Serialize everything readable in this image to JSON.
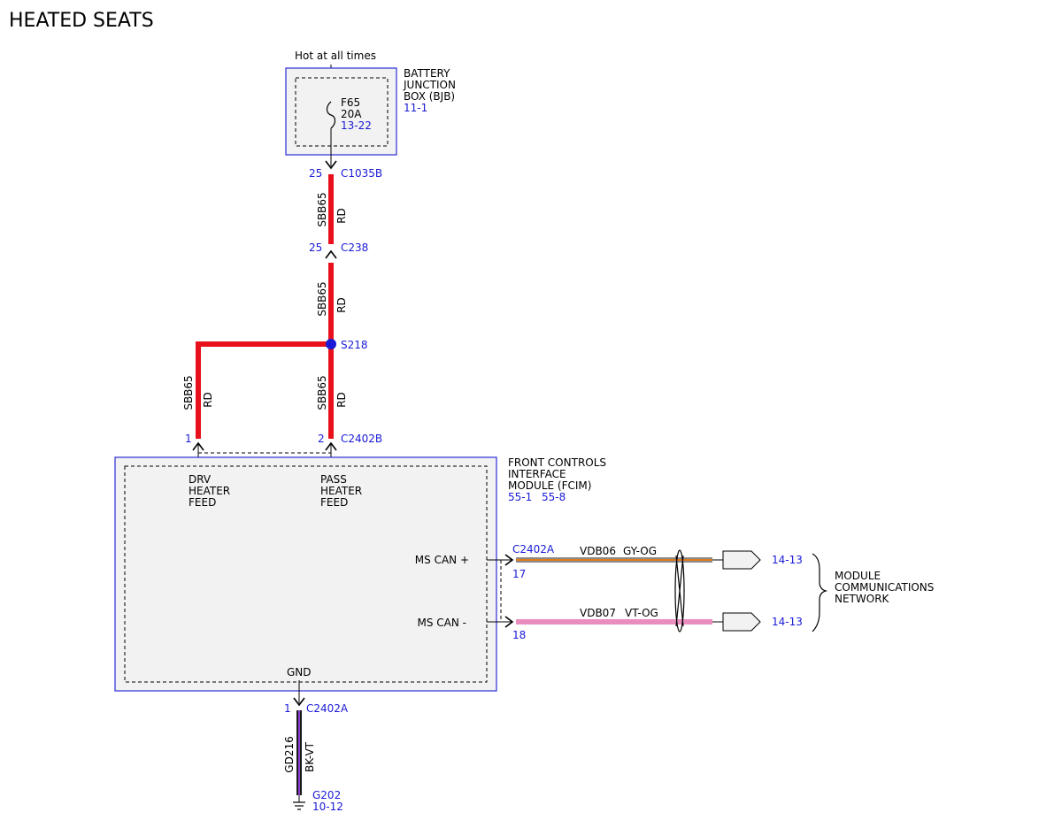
{
  "title": "HEATED SEATS",
  "power_source": "Hot at all times",
  "bjb": {
    "name_lines": [
      "BATTERY",
      "JUNCTION",
      "BOX (BJB)"
    ],
    "ref": "11-1",
    "fuse": {
      "name": "F65",
      "rating": "20A",
      "ref": "13-22"
    }
  },
  "connectors": {
    "c1035b": {
      "pin": "25",
      "name": "C1035B"
    },
    "c238": {
      "pin": "25",
      "name": "C238"
    },
    "c2402b_drv": {
      "pin": "1"
    },
    "c2402b_pass": {
      "pin": "2",
      "name": "C2402B"
    },
    "c2402a_can_plus": {
      "name": "C2402A",
      "pin": "17"
    },
    "c2402a_can_minus": {
      "pin": "18"
    },
    "c2402a_gnd": {
      "pin": "1",
      "name": "C2402A"
    }
  },
  "wires": {
    "w1": {
      "circuit": "SBB65",
      "color": "RD"
    },
    "w2": {
      "circuit": "SBB65",
      "color": "RD"
    },
    "w3": {
      "circuit": "SBB65",
      "color": "RD"
    },
    "w4": {
      "circuit": "SBB65",
      "color": "RD"
    },
    "can_plus": {
      "circuit": "VDB06",
      "color": "GY-OG"
    },
    "can_minus": {
      "circuit": "VDB07",
      "color": "VT-OG"
    },
    "gnd": {
      "circuit": "GD216",
      "color": "BK-VT"
    }
  },
  "splice": {
    "name": "S218"
  },
  "fcim": {
    "name_lines": [
      "FRONT CONTROLS",
      "INTERFACE",
      "MODULE (FCIM)"
    ],
    "refs": [
      "55-1",
      "55-8"
    ],
    "pins": {
      "drv_lines": [
        "DRV",
        "HEATER",
        "FEED"
      ],
      "pass_lines": [
        "PASS",
        "HEATER",
        "FEED"
      ],
      "can_plus": "MS CAN +",
      "can_minus": "MS CAN -",
      "gnd": "GND"
    }
  },
  "network": {
    "ref_plus": "14-13",
    "ref_minus": "14-13",
    "label_lines": [
      "MODULE",
      "COMMUNICATIONS",
      "NETWORK"
    ]
  },
  "ground": {
    "name": "G202",
    "ref": "10-12"
  },
  "colors": {
    "red_wire": "#e8101a",
    "can_plus_wire": "#8a8a8a",
    "can_plus_stripe": "#e07b1a",
    "can_minus_wire": "#e98dbf",
    "gnd_wire": "#1a1a1a",
    "gnd_stripe": "#8c3fd0",
    "component_border": "#2b2bd6",
    "component_fill": "#f2f2f2",
    "splice": "#1a1ad6",
    "ref_text": "#1a1ad6"
  }
}
